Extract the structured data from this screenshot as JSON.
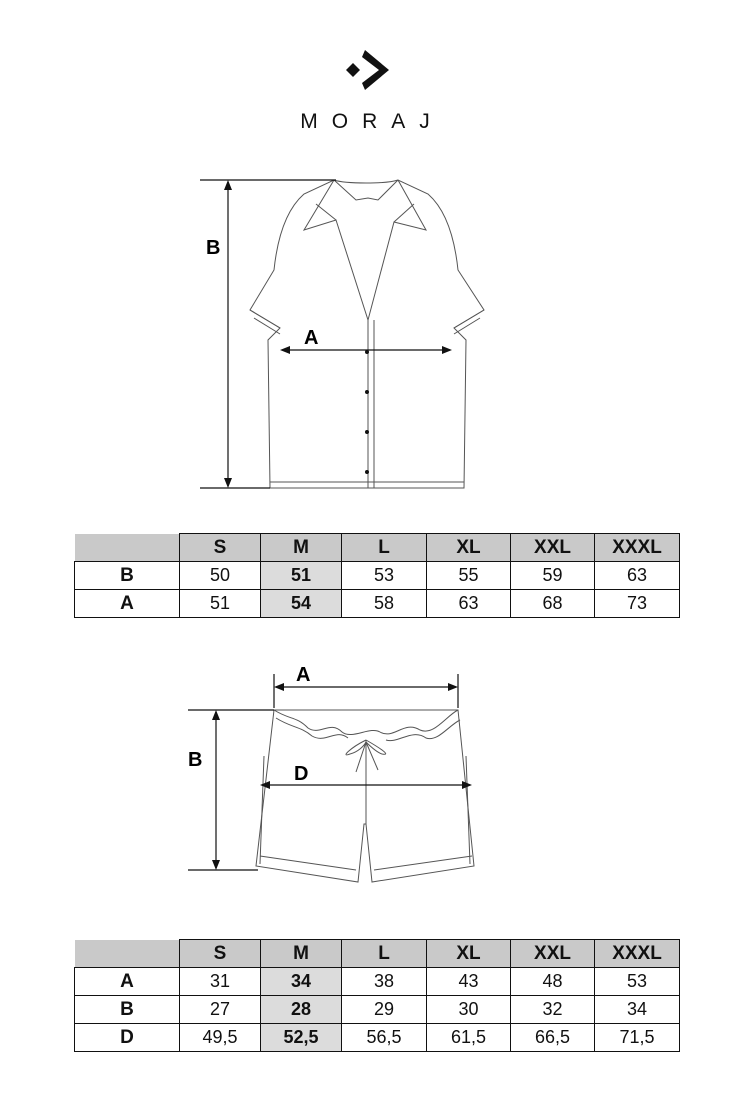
{
  "brand": {
    "name": "MORAJ"
  },
  "top_garment": {
    "labels": {
      "height": "B",
      "width": "A"
    }
  },
  "bottom_garment": {
    "labels": {
      "waist": "A",
      "length": "B",
      "hip": "D"
    }
  },
  "top_table": {
    "sizes": [
      "S",
      "M",
      "L",
      "XL",
      "XXL",
      "XXXL"
    ],
    "rows": [
      {
        "label": "B",
        "values": [
          "50",
          "51",
          "53",
          "55",
          "59",
          "63"
        ]
      },
      {
        "label": "A",
        "values": [
          "51",
          "54",
          "58",
          "63",
          "68",
          "73"
        ]
      }
    ]
  },
  "bottom_table": {
    "sizes": [
      "S",
      "M",
      "L",
      "XL",
      "XXL",
      "XXXL"
    ],
    "rows": [
      {
        "label": "A",
        "values": [
          "31",
          "34",
          "38",
          "43",
          "48",
          "53"
        ]
      },
      {
        "label": "B",
        "values": [
          "27",
          "28",
          "29",
          "30",
          "32",
          "34"
        ]
      },
      {
        "label": "D",
        "values": [
          "49,5",
          "52,5",
          "56,5",
          "61,5",
          "66,5",
          "71,5"
        ]
      }
    ]
  },
  "colors": {
    "header_fill": "#c9c9c9",
    "highlight_fill": "#dcdcdc",
    "line": "#111111"
  }
}
